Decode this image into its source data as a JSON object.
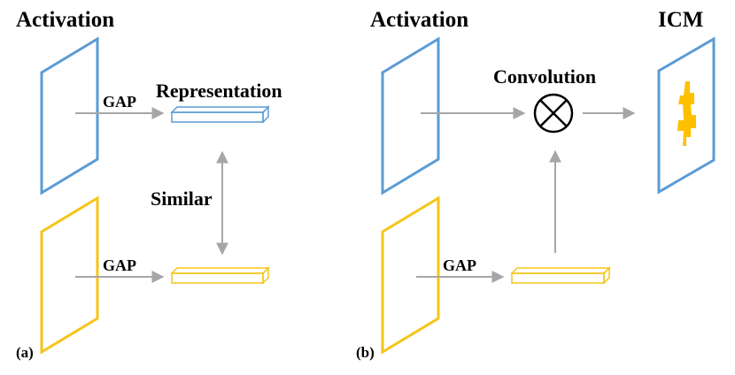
{
  "panel_a": {
    "tag": "(a)",
    "activation_label": "Activation",
    "gap_top_label": "GAP",
    "gap_bottom_label": "GAP",
    "representation_label": "Representation",
    "similar_label": "Similar"
  },
  "panel_b": {
    "tag": "(b)",
    "activation_label": "Activation",
    "gap_label": "GAP",
    "convolution_label": "Convolution",
    "icm_label": "ICM"
  },
  "colors": {
    "blue": "#5b9bd5",
    "yellow": "#f5c518",
    "arrow_gray": "#a6a6a6",
    "text": "#000000"
  },
  "icons": {
    "convolution_operator": "circled-times-icon",
    "icm_blob": "activation-blob-icon"
  }
}
